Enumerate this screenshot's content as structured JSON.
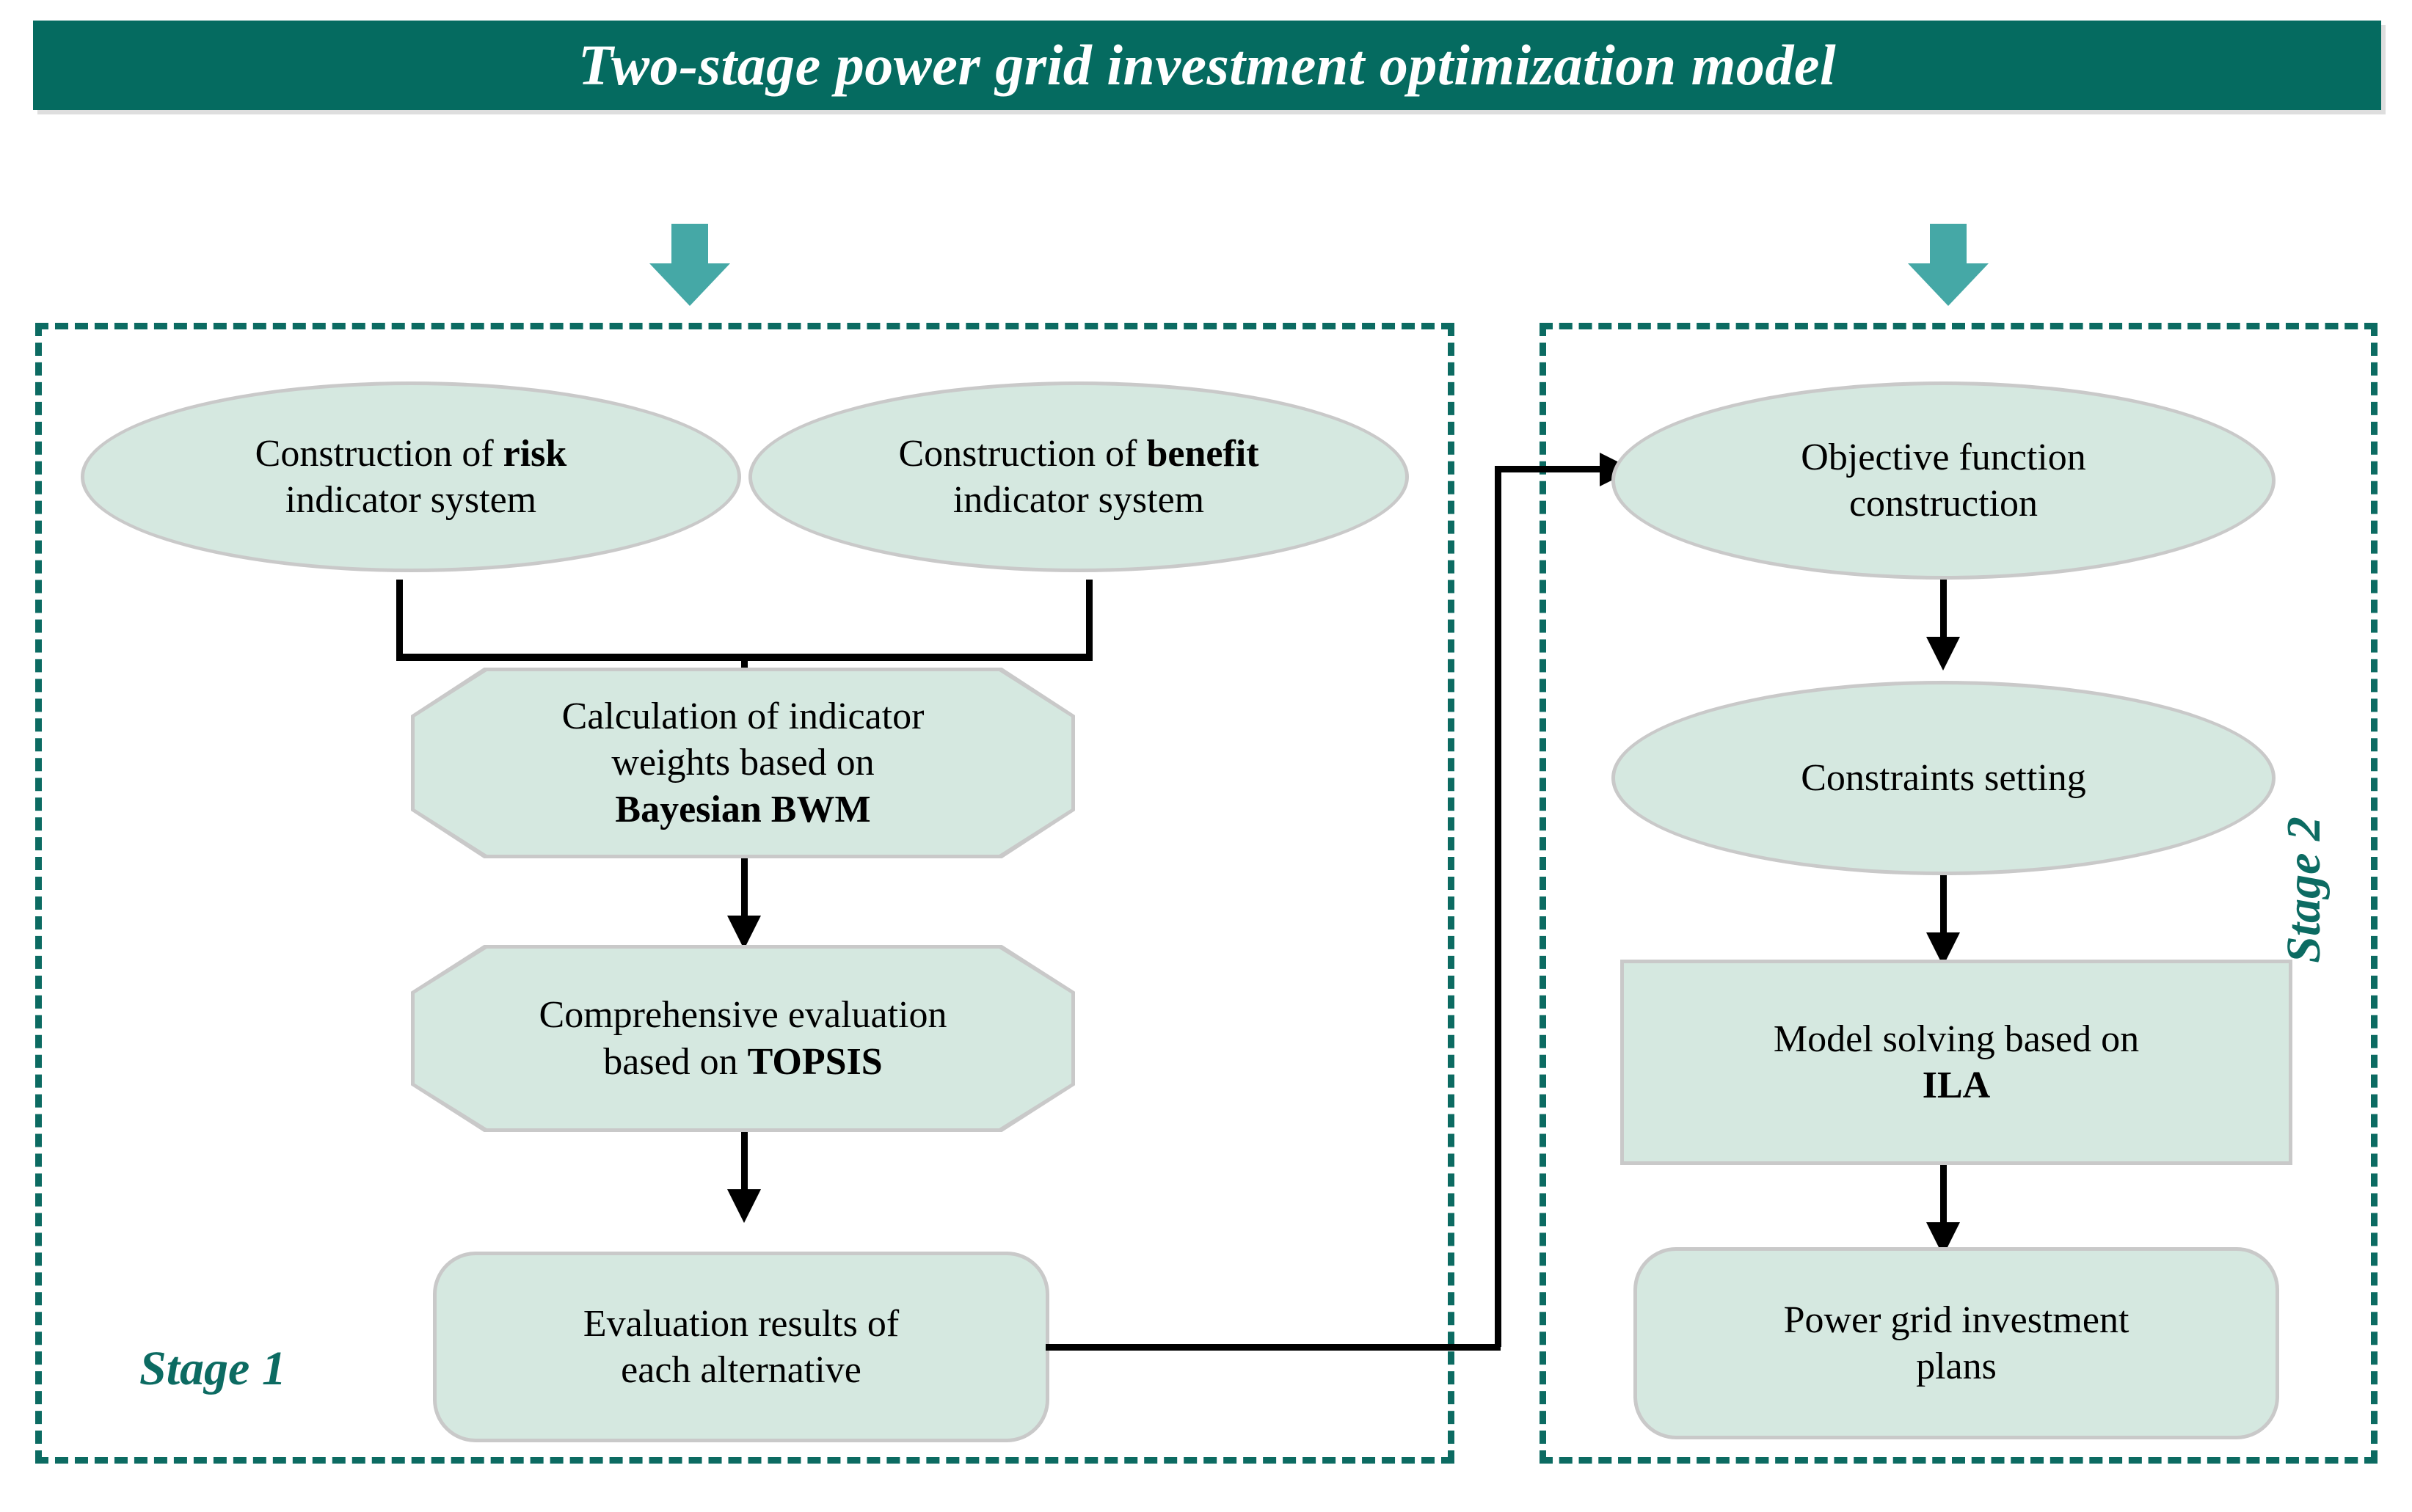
{
  "banner": {
    "title": "Two-stage power grid investment optimization model",
    "bg_color": "#056B60",
    "text_color": "#FFFFFF"
  },
  "colors": {
    "banner": "#056B60",
    "stage_border": "#0C6B62",
    "stage_label": "#0C6B62",
    "node_fill": "#D5E8E0",
    "node_border": "#C9C9C9",
    "block_arrow": "#45A8A6",
    "connector": "#000000"
  },
  "stage1": {
    "label": "Stage 1",
    "nodes": {
      "risk_prefix": "Construction of ",
      "risk_bold": "risk",
      "risk_suffix": "indicator system",
      "benefit_prefix": "Construction of ",
      "benefit_bold": "benefit",
      "benefit_suffix": "indicator system",
      "bwm_line1": "Calculation of indicator",
      "bwm_line2": "weights based on",
      "bwm_bold": "Bayesian BWM",
      "topsis_line1": "Comprehensive evaluation",
      "topsis_line2_prefix": "based on ",
      "topsis_bold": "TOPSIS",
      "results_line1": "Evaluation results of",
      "results_line2": "each alternative"
    }
  },
  "stage2": {
    "label": "Stage 2",
    "nodes": {
      "objective_line1": "Objective function",
      "objective_line2": "construction",
      "constraints": "Constraints setting",
      "solving_line1": "Model solving based on",
      "solving_bold": "ILA",
      "plans_line1": "Power grid investment",
      "plans_line2": "plans"
    }
  },
  "icons": {
    "down_block_arrow_left": "down-block-arrow",
    "down_block_arrow_right": "down-block-arrow"
  }
}
